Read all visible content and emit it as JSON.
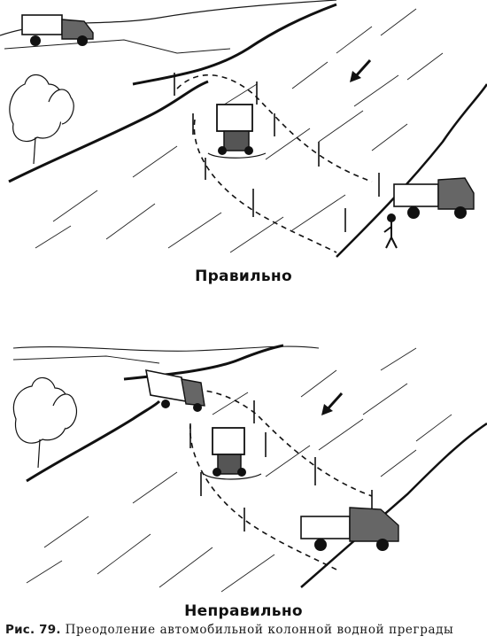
{
  "figure": {
    "correct_label": "Правильно",
    "incorrect_label": "Неправильно",
    "caption_number": "Рис. 79.",
    "caption_text": "Преодоление автомобильной колонной водной преграды"
  },
  "colors": {
    "ink": "#1a1a1a",
    "paper": "#ffffff"
  },
  "icons": [
    "truck-icon",
    "tree-icon",
    "direction-arrow-icon",
    "marker-pole-icon",
    "person-icon"
  ]
}
